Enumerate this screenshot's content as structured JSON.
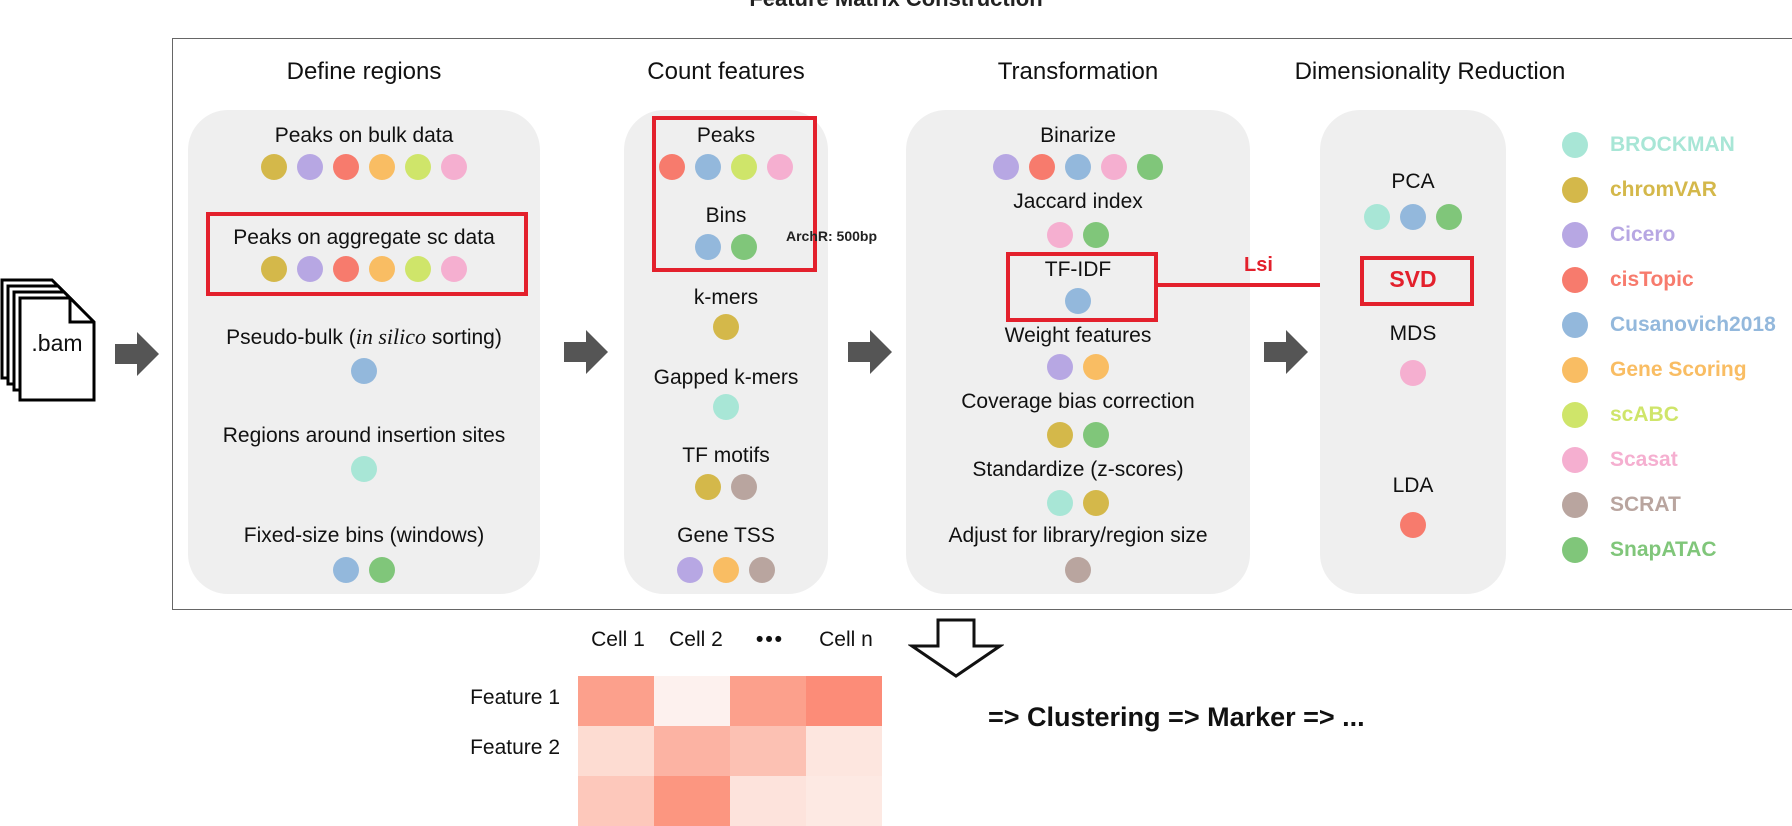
{
  "title": "Feature Matrix Construction",
  "colors": {
    "BROCKMAN": "#a8e6d6",
    "chromVAR": "#d4b84a",
    "Cicero": "#b7a7e3",
    "cisTopic": "#f77b6d",
    "Cusanovich2018": "#93b8dc",
    "Gene Scoring": "#f9bd63",
    "scABC": "#cfe56a",
    "Scasat": "#f5afd0",
    "SCRAT": "#b9a59f",
    "SnapATAC": "#80c67a"
  },
  "input": {
    "label": ".bam"
  },
  "columns": [
    {
      "title": "Define regions",
      "items": [
        {
          "label": "Peaks on bulk data",
          "dots": [
            "chromVAR",
            "Cicero",
            "cisTopic",
            "Gene Scoring",
            "scABC",
            "Scasat"
          ]
        },
        {
          "label": "Peaks on aggregate sc data",
          "dots": [
            "chromVAR",
            "Cicero",
            "cisTopic",
            "Gene Scoring",
            "scABC",
            "Scasat"
          ]
        },
        {
          "label": "Pseudo-bulk (",
          "label_italic": "in silico",
          "label_tail": " sorting)",
          "dots": [
            "Cusanovich2018"
          ]
        },
        {
          "label": "Regions around insertion sites",
          "dots": [
            "BROCKMAN"
          ]
        },
        {
          "label": "Fixed-size bins (windows)",
          "dots": [
            "Cusanovich2018",
            "SnapATAC"
          ]
        }
      ]
    },
    {
      "title": "Count features",
      "items": [
        {
          "label": "Peaks",
          "dots": [
            "cisTopic",
            "Cusanovich2018",
            "scABC",
            "Scasat"
          ]
        },
        {
          "label": "Bins",
          "dots": [
            "Cusanovich2018",
            "SnapATAC"
          ]
        },
        {
          "label": "k-mers",
          "dots": [
            "chromVAR"
          ]
        },
        {
          "label": "Gapped k-mers",
          "dots": [
            "BROCKMAN"
          ]
        },
        {
          "label": "TF motifs",
          "dots": [
            "chromVAR",
            "SCRAT"
          ]
        },
        {
          "label": "Gene TSS",
          "dots": [
            "Cicero",
            "Gene Scoring",
            "SCRAT"
          ]
        }
      ],
      "note": "ArchR: 500bp"
    },
    {
      "title": "Transformation",
      "items": [
        {
          "label": "Binarize",
          "dots": [
            "Cicero",
            "cisTopic",
            "Cusanovich2018",
            "Scasat",
            "SnapATAC"
          ]
        },
        {
          "label": "Jaccard index",
          "dots": [
            "Scasat",
            "SnapATAC"
          ]
        },
        {
          "label": "TF-IDF",
          "dots": [
            "Cusanovich2018"
          ]
        },
        {
          "label": "Weight features",
          "dots": [
            "Cicero",
            "Gene Scoring"
          ]
        },
        {
          "label": "Coverage bias correction",
          "dots": [
            "chromVAR",
            "SnapATAC"
          ]
        },
        {
          "label": "Standardize (z-scores)",
          "dots": [
            "BROCKMAN",
            "chromVAR"
          ]
        },
        {
          "label": "Adjust for library/region size",
          "dots": [
            "SCRAT"
          ]
        }
      ]
    },
    {
      "title": "Dimensionality Reduction",
      "items": [
        {
          "label": "PCA",
          "dots": [
            "BROCKMAN",
            "Cusanovich2018",
            "SnapATAC"
          ]
        },
        {
          "label": "SVD",
          "dots": []
        },
        {
          "label": "MDS",
          "dots": [
            "Scasat"
          ]
        },
        {
          "label": "LDA",
          "dots": [
            "cisTopic"
          ]
        }
      ]
    }
  ],
  "link_label": "Lsi",
  "legend": [
    "BROCKMAN",
    "chromVAR",
    "Cicero",
    "cisTopic",
    "Cusanovich2018",
    "Gene Scoring",
    "scABC",
    "Scasat",
    "SCRAT",
    "SnapATAC"
  ],
  "matrix": {
    "col_headers": [
      "Cell 1",
      "Cell 2",
      "•••",
      "Cell n"
    ],
    "row_headers": [
      "Feature 1",
      "Feature 2"
    ],
    "cells": [
      [
        "#fca08c",
        "#fdf1ee",
        "#fca08c",
        "#fc8c78"
      ],
      [
        "#fddcd2",
        "#fcb3a3",
        "#fcc1b3",
        "#fde6df"
      ],
      [
        "#fdc8bb",
        "#fc9680",
        "#fde3dc",
        "#fde9e3"
      ]
    ]
  },
  "pipeline_text": "=> Clustering => Marker => ..."
}
